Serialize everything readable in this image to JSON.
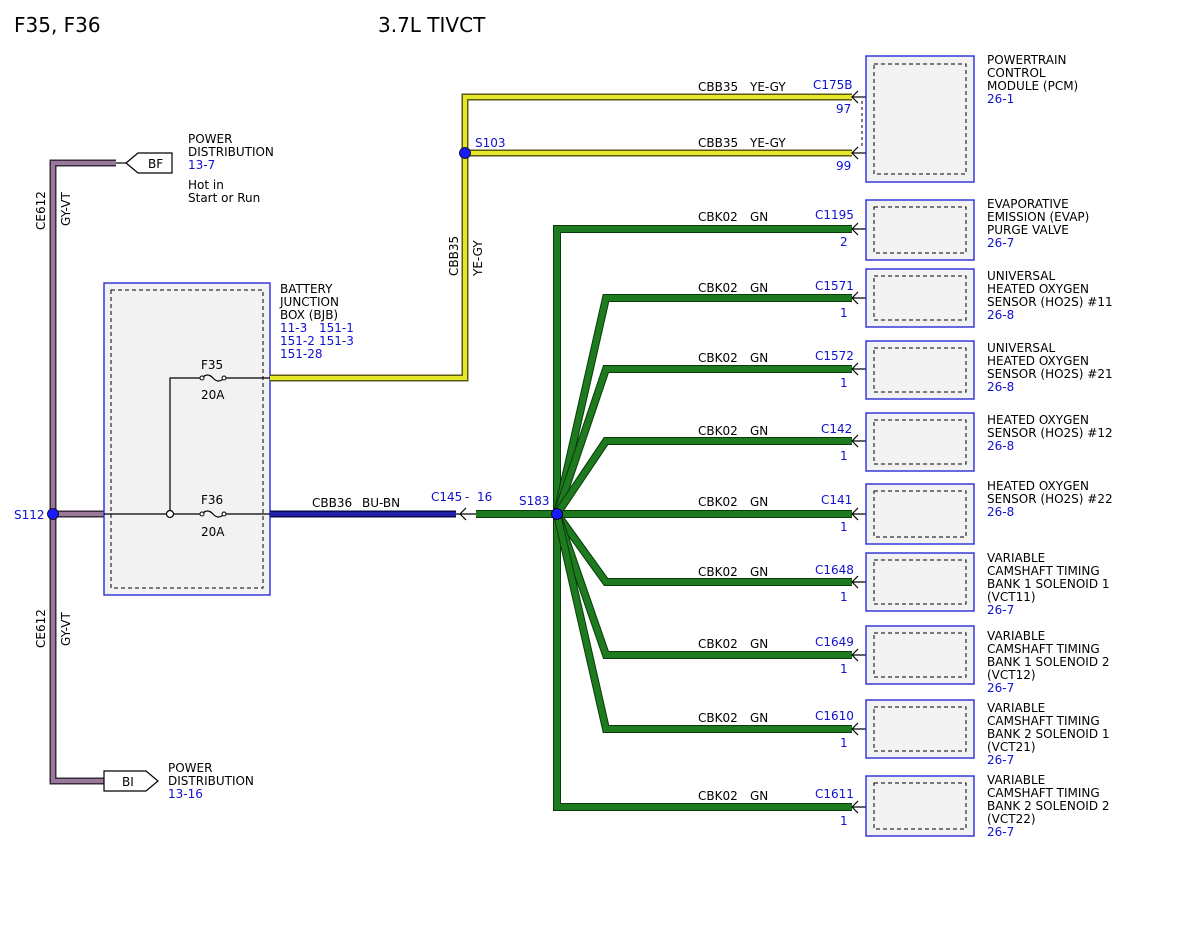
{
  "header": {
    "fuses": "F35, F36",
    "engine": "3.7L TIVCT"
  },
  "colors": {
    "gy_vt": "#9a7a9a",
    "ye_gy": "#e6e62a",
    "bu_bn": "#2020a8",
    "gn": "#1e7a1e",
    "box_outline": "#2b2bd6",
    "reference_text": "#1010d0"
  },
  "power_bf": {
    "tag": "BF",
    "line1": "POWER",
    "line2": "DISTRIBUTION",
    "ref": "13-7",
    "note1": "Hot in",
    "note2": "Start or Run"
  },
  "power_bi": {
    "tag": "BI",
    "line1": "POWER",
    "line2": "DISTRIBUTION",
    "ref": "13-16"
  },
  "ce612_top": {
    "circuit": "CE612",
    "color": "GY-VT"
  },
  "ce612_bottom": {
    "circuit": "CE612",
    "color": "GY-VT"
  },
  "s112": "S112",
  "bjb": {
    "line1": "BATTERY",
    "line2": "JUNCTION",
    "line3": "BOX (BJB)",
    "ref1a": "11-3",
    "ref1b": "151-1",
    "ref2a": "151-2",
    "ref2b": "151-3",
    "ref3": "151-28",
    "fuse_a_name": "F35",
    "fuse_a_rating": "20A",
    "fuse_b_name": "F36",
    "fuse_b_rating": "20A"
  },
  "cbb35_vertical": {
    "circuit": "CBB35",
    "color": "YE-GY"
  },
  "s103": "S103",
  "cbb36": {
    "circuit": "CBB36",
    "color": "BU-BN"
  },
  "c145": {
    "connector": "C145",
    "dash": "-",
    "pin": "16"
  },
  "s183": "S183",
  "pcm": {
    "line1": "POWERTRAIN",
    "line2": "CONTROL",
    "line3": "MODULE (PCM)",
    "ref": "26-1"
  },
  "pcm_wires": [
    {
      "circuit": "CBB35",
      "color": "YE-GY",
      "connector": "C175B",
      "pin": "97"
    },
    {
      "circuit": "CBB35",
      "color": "YE-GY",
      "connector": "",
      "pin": "99"
    }
  ],
  "gn_wires": [
    {
      "circuit": "CBK02",
      "color": "GN",
      "connector": "C1195",
      "pin": "2"
    },
    {
      "circuit": "CBK02",
      "color": "GN",
      "connector": "C1571",
      "pin": "1"
    },
    {
      "circuit": "CBK02",
      "color": "GN",
      "connector": "C1572",
      "pin": "1"
    },
    {
      "circuit": "CBK02",
      "color": "GN",
      "connector": "C142",
      "pin": "1"
    },
    {
      "circuit": "CBK02",
      "color": "GN",
      "connector": "C141",
      "pin": "1"
    },
    {
      "circuit": "CBK02",
      "color": "GN",
      "connector": "C1648",
      "pin": "1"
    },
    {
      "circuit": "CBK02",
      "color": "GN",
      "connector": "C1649",
      "pin": "1"
    },
    {
      "circuit": "CBK02",
      "color": "GN",
      "connector": "C1610",
      "pin": "1"
    },
    {
      "circuit": "CBK02",
      "color": "GN",
      "connector": "C1611",
      "pin": "1"
    }
  ],
  "components": [
    {
      "lines": [
        "EVAPORATIVE",
        "EMISSION (EVAP)",
        "PURGE VALVE"
      ],
      "ref": "26-7"
    },
    {
      "lines": [
        "UNIVERSAL",
        "HEATED OXYGEN",
        "SENSOR (HO2S) #11"
      ],
      "ref": "26-8"
    },
    {
      "lines": [
        "UNIVERSAL",
        "HEATED OXYGEN",
        "SENSOR (HO2S) #21"
      ],
      "ref": "26-8"
    },
    {
      "lines": [
        "HEATED OXYGEN",
        "SENSOR (HO2S) #12"
      ],
      "ref": "26-8"
    },
    {
      "lines": [
        "HEATED OXYGEN",
        "SENSOR (HO2S) #22"
      ],
      "ref": "26-8"
    },
    {
      "lines": [
        "VARIABLE",
        "CAMSHAFT TIMING",
        "BANK 1 SOLENOID 1",
        "(VCT11)"
      ],
      "ref": "26-7"
    },
    {
      "lines": [
        "VARIABLE",
        "CAMSHAFT TIMING",
        "BANK 1 SOLENOID 2",
        "(VCT12)"
      ],
      "ref": "26-7"
    },
    {
      "lines": [
        "VARIABLE",
        "CAMSHAFT TIMING",
        "BANK 2 SOLENOID 1",
        "(VCT21)"
      ],
      "ref": "26-7"
    },
    {
      "lines": [
        "VARIABLE",
        "CAMSHAFT TIMING",
        "BANK 2 SOLENOID 2",
        "(VCT22)"
      ],
      "ref": "26-7"
    }
  ]
}
